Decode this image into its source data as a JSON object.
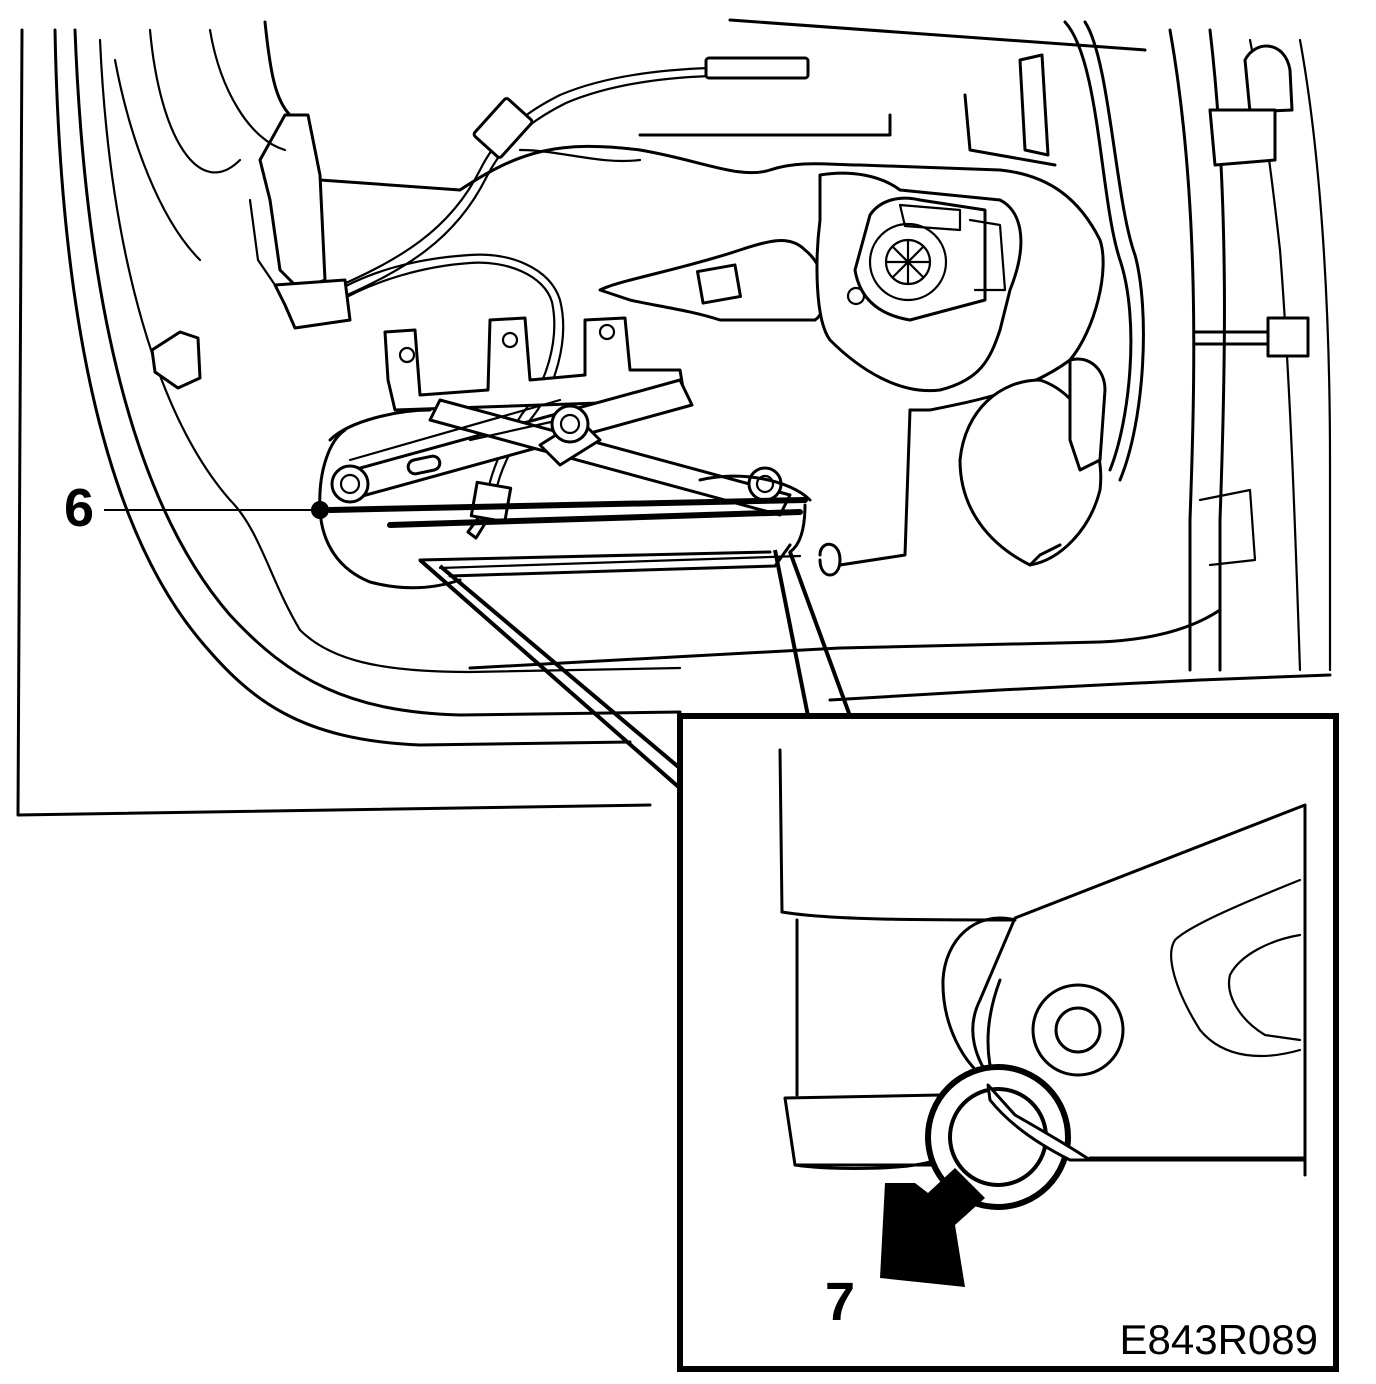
{
  "figure": {
    "callouts": [
      {
        "id": "callout-6",
        "label": "6"
      },
      {
        "id": "callout-7",
        "label": "7"
      }
    ],
    "reference_code": "E843R089"
  }
}
